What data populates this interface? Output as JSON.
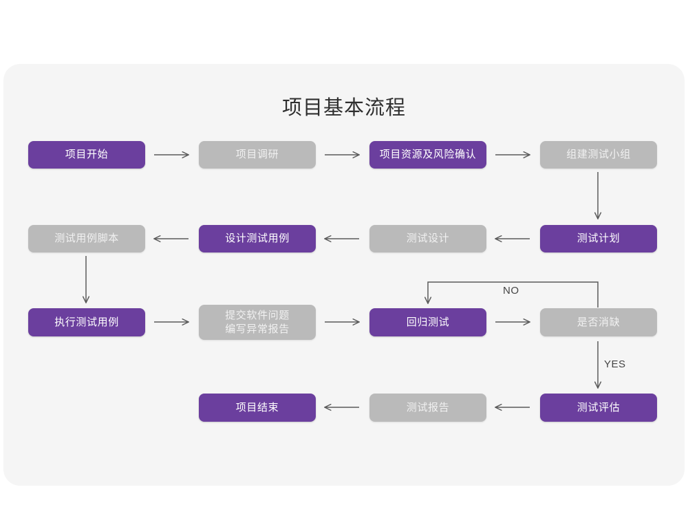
{
  "page": {
    "background": "#ffffff",
    "card_background": "#f5f5f5",
    "title": "项目基本流程"
  },
  "colors": {
    "purple": "#6b3f9e",
    "gray": "#bababa",
    "purple_text": "#ffffff",
    "gray_text": "#f1f1f1",
    "connector": "#5a5a5a",
    "title_text": "#2f2f2f"
  },
  "chart_data": {
    "type": "diagram",
    "title": "项目基本流程",
    "nodes": [
      {
        "id": "n1",
        "label": "项目开始",
        "style": "purple",
        "row": 1,
        "col": 1
      },
      {
        "id": "n2",
        "label": "项目调研",
        "style": "gray",
        "row": 1,
        "col": 2
      },
      {
        "id": "n3",
        "label": "项目资源及风险确认",
        "style": "purple",
        "row": 1,
        "col": 3
      },
      {
        "id": "n4",
        "label": "组建测试小组",
        "style": "gray",
        "row": 1,
        "col": 4
      },
      {
        "id": "n5",
        "label": "测试用例脚本",
        "style": "gray",
        "row": 2,
        "col": 1
      },
      {
        "id": "n6",
        "label": "设计测试用例",
        "style": "purple",
        "row": 2,
        "col": 2
      },
      {
        "id": "n7",
        "label": "测试设计",
        "style": "gray",
        "row": 2,
        "col": 3
      },
      {
        "id": "n8",
        "label": "测试计划",
        "style": "purple",
        "row": 2,
        "col": 4
      },
      {
        "id": "n9",
        "label": "执行测试用例",
        "style": "purple",
        "row": 3,
        "col": 1
      },
      {
        "id": "n10",
        "label": "提交软件问题\n编写异常报告",
        "style": "gray",
        "row": 3,
        "col": 2
      },
      {
        "id": "n11",
        "label": "回归测试",
        "style": "purple",
        "row": 3,
        "col": 3
      },
      {
        "id": "n12",
        "label": "是否消缺",
        "style": "gray",
        "row": 3,
        "col": 4
      },
      {
        "id": "n13",
        "label": "项目结束",
        "style": "purple",
        "row": 4,
        "col": 2
      },
      {
        "id": "n14",
        "label": "测试报告",
        "style": "gray",
        "row": 4,
        "col": 3
      },
      {
        "id": "n15",
        "label": "测试评估",
        "style": "purple",
        "row": 4,
        "col": 4
      }
    ],
    "edges": [
      {
        "from": "n1",
        "to": "n2",
        "direction": "right",
        "label": ""
      },
      {
        "from": "n2",
        "to": "n3",
        "direction": "right",
        "label": ""
      },
      {
        "from": "n3",
        "to": "n4",
        "direction": "right",
        "label": ""
      },
      {
        "from": "n4",
        "to": "n8",
        "direction": "down",
        "label": ""
      },
      {
        "from": "n8",
        "to": "n7",
        "direction": "left",
        "label": ""
      },
      {
        "from": "n7",
        "to": "n6",
        "direction": "left",
        "label": ""
      },
      {
        "from": "n6",
        "to": "n5",
        "direction": "left",
        "label": ""
      },
      {
        "from": "n5",
        "to": "n9",
        "direction": "down",
        "label": ""
      },
      {
        "from": "n9",
        "to": "n10",
        "direction": "right",
        "label": ""
      },
      {
        "from": "n10",
        "to": "n11",
        "direction": "right",
        "label": ""
      },
      {
        "from": "n11",
        "to": "n12",
        "direction": "right",
        "label": ""
      },
      {
        "from": "n12",
        "to": "n11",
        "direction": "loop-up",
        "label": "NO"
      },
      {
        "from": "n12",
        "to": "n15",
        "direction": "down",
        "label": "YES"
      },
      {
        "from": "n15",
        "to": "n14",
        "direction": "left",
        "label": ""
      },
      {
        "from": "n14",
        "to": "n13",
        "direction": "left",
        "label": ""
      }
    ],
    "edge_labels": {
      "no": "NO",
      "yes": "YES"
    }
  }
}
